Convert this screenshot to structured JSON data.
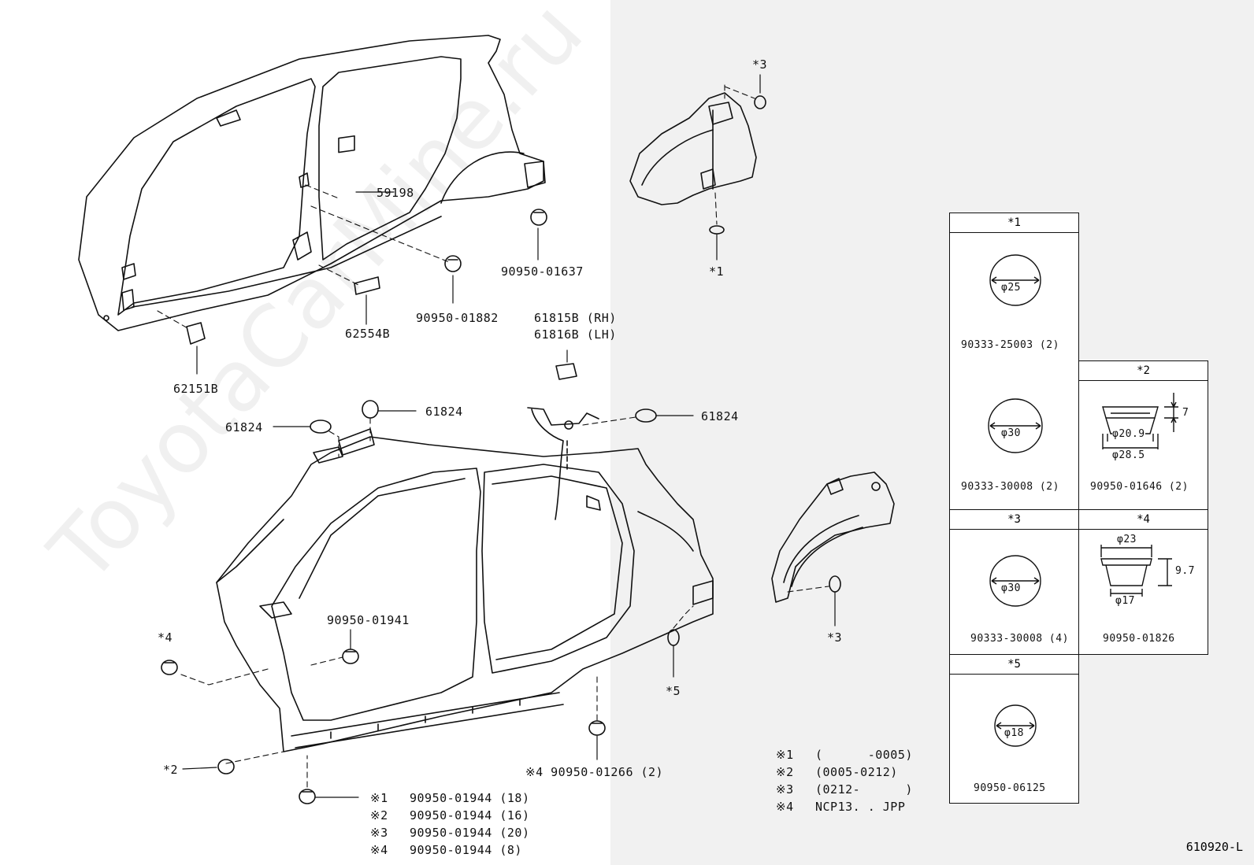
{
  "watermark": "ToyotaCarMine.ru",
  "diagram_number": "610920-L",
  "callouts": {
    "c59198": "59198",
    "c90950_01637": "90950-01637",
    "c62554b": "62554B",
    "c90950_01882": "90950-01882",
    "c62151b": "62151B",
    "c61815b": "61815B (RH)",
    "c61816b": "61816B (LH)",
    "c61824_a": "61824",
    "c61824_b": "61824",
    "c61824_c": "61824",
    "c90950_01941": "90950-01941",
    "star1_top": "*1",
    "star3_top": "*3",
    "star3_mid": "*3",
    "star5": "*5",
    "star4_left": "*4",
    "star2_left": "*2",
    "note4_part": "※4 90950-01266 (2)"
  },
  "bottom_list": [
    {
      "mark": "※1",
      "part": "90950-01944 (18)"
    },
    {
      "mark": "※2",
      "part": "90950-01944 (16)"
    },
    {
      "mark": "※3",
      "part": "90950-01944 (20)"
    },
    {
      "mark": "※4",
      "part": "90950-01944 (8)"
    }
  ],
  "legend": [
    {
      "mark": "※1",
      "text": "(      -0005)"
    },
    {
      "mark": "※2",
      "text": "(0005-0212)"
    },
    {
      "mark": "※3",
      "text": "(0212-      )"
    },
    {
      "mark": "※4",
      "text": "NCP13. . JPP"
    }
  ],
  "table": {
    "h1": "*1",
    "h2": "*2",
    "h3": "*3",
    "h4": "*4",
    "h5": "*5",
    "c1a_dia": "φ25",
    "c1a_part": "90333-25003 (2)",
    "c1b_dia": "φ30",
    "c1b_part": "90333-30008 (2)",
    "c2_h": "7",
    "c2_d1": "φ20.9",
    "c2_d2": "φ28.5",
    "c2_part": "90950-01646 (2)",
    "c3_dia": "φ30",
    "c3_part": "90333-30008 (4)",
    "c4_d1": "φ23",
    "c4_h": "9.7",
    "c4_d2": "φ17",
    "c4_part": "90950-01826",
    "c5_dia": "φ18",
    "c5_part": "90950-06125"
  }
}
